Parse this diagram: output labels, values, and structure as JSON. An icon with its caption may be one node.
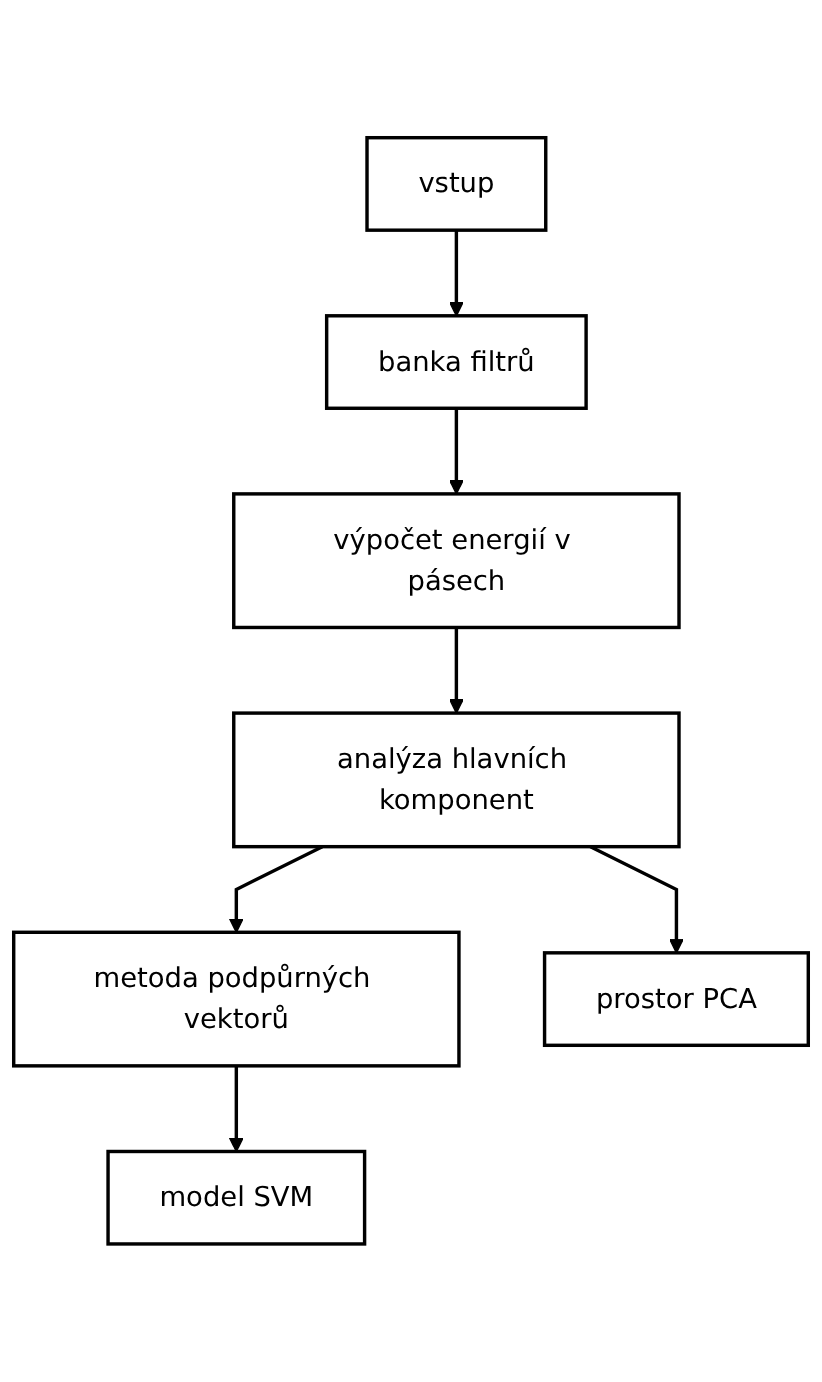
{
  "diagram": {
    "nodes": [
      {
        "text": [
          "vstup"
        ]
      },
      {
        "text": [
          "banka filtrů"
        ]
      },
      {
        "text": [
          "výpočet energií v pásech"
        ]
      },
      {
        "text": [
          "analýza hlavních komponent"
        ]
      },
      {
        "text": [
          "metoda podpůrných vektorů"
        ]
      },
      {
        "text": [
          "model SVM"
        ]
      },
      {
        "text": [
          "prostor PCA"
        ]
      }
    ],
    "edges": [
      {
        "from": 0,
        "to": 1,
        "arrow": "to"
      },
      {
        "from": 1,
        "to": 2,
        "arrow": "to"
      },
      {
        "from": 2,
        "to": 3,
        "arrow": "to"
      },
      {
        "from": 3,
        "to": 4,
        "arrow": "to"
      },
      {
        "from": 4,
        "to": 5,
        "arrow": "to"
      },
      {
        "from": 3,
        "to": 6,
        "arrow": "to"
      }
    ]
  }
}
